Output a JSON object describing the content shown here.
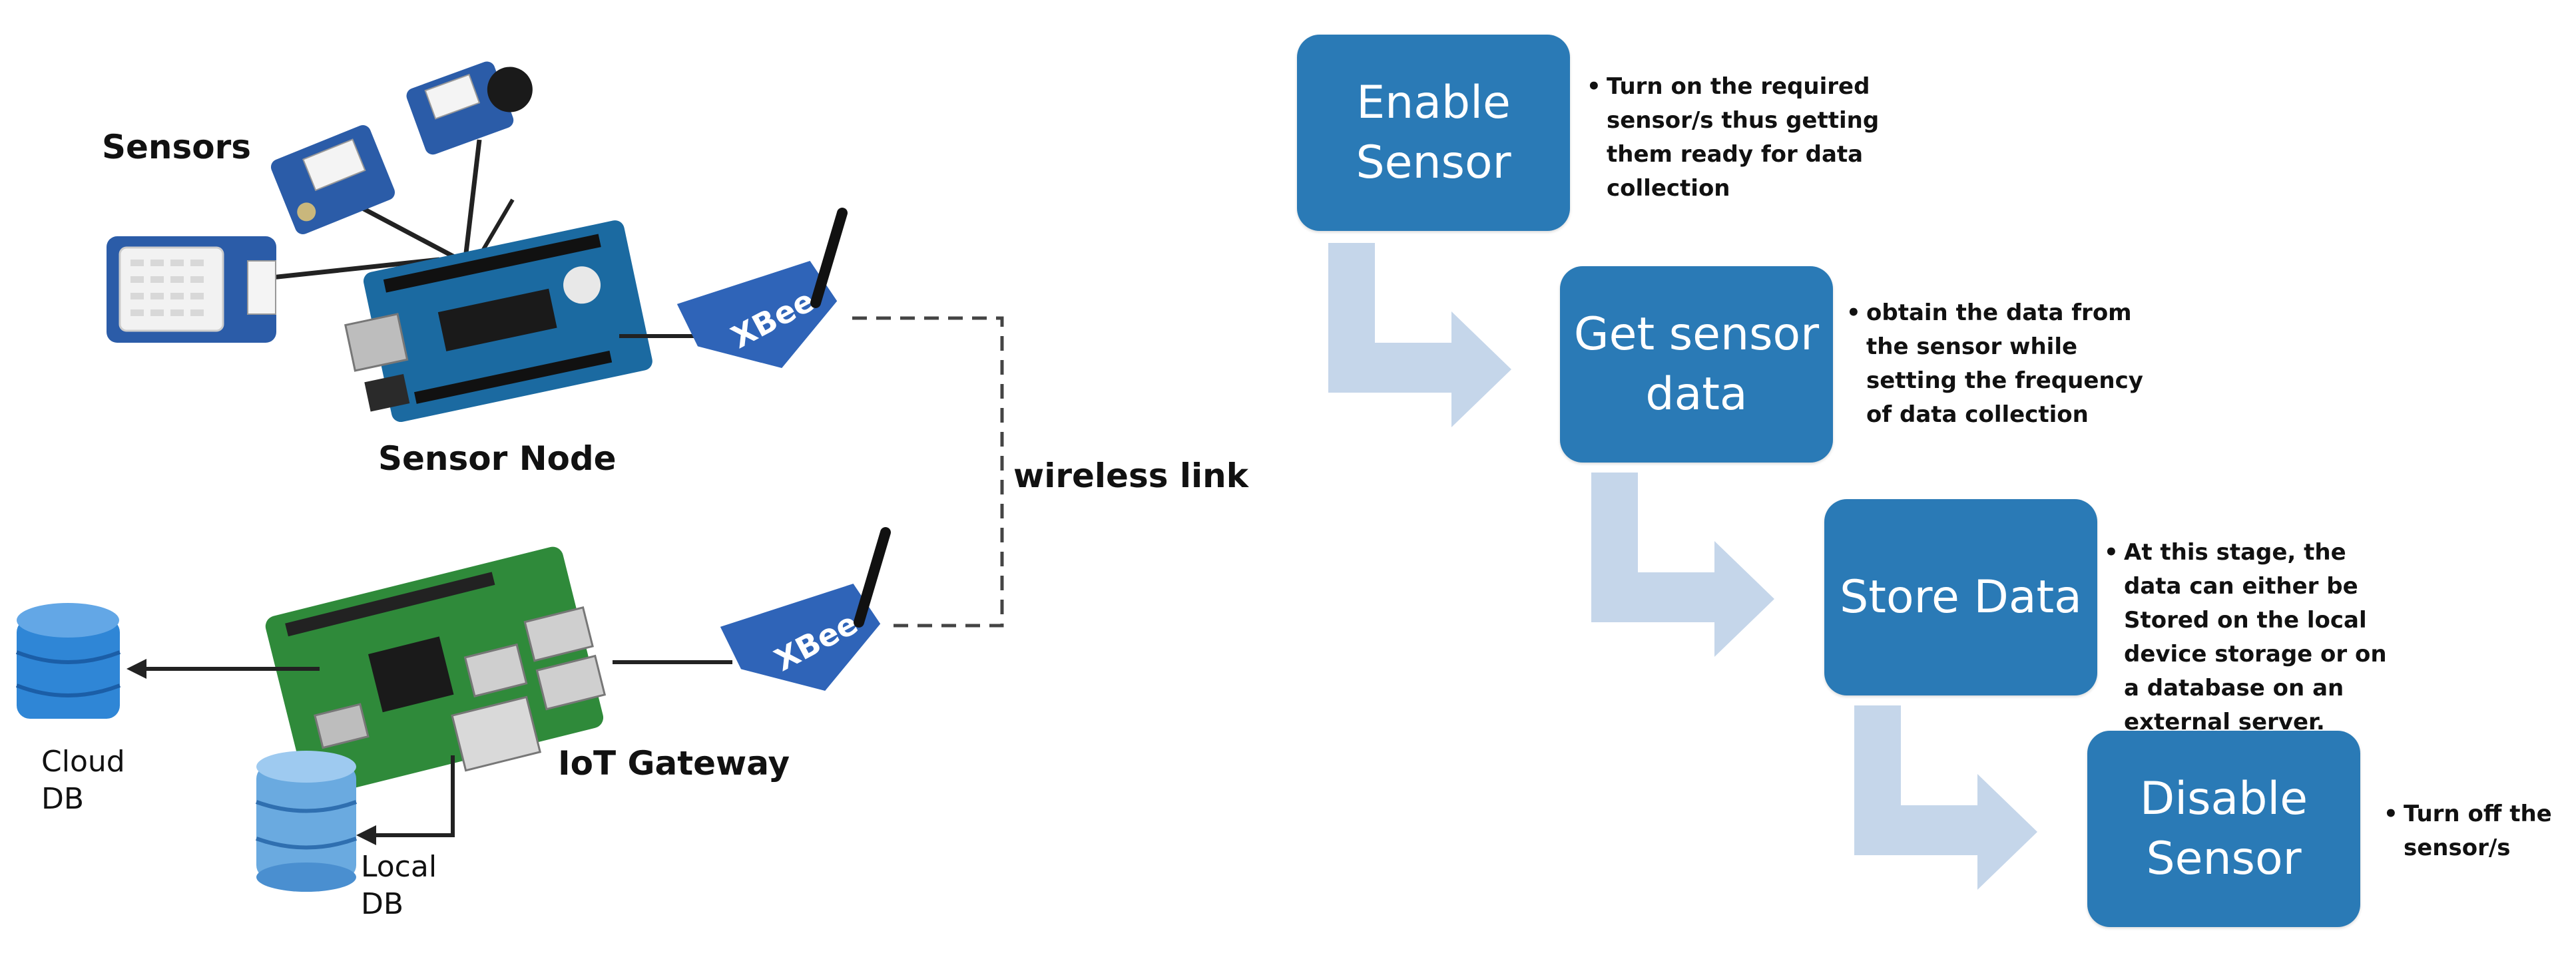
{
  "left_diagram": {
    "sensors_label": "Sensors",
    "sensor_node_label": "Sensor Node",
    "wireless_link_label": "wireless link",
    "iot_gateway_label": "IoT Gateway",
    "cloud_db_label": "Cloud DB",
    "local_db_label": "Local DB",
    "xbee_brand": "XBee",
    "colors": {
      "arduino": "#1b6aa1",
      "xbee": "#2f64b8",
      "sensor_board": "#2b5ca8",
      "pi": "#2f8a3a",
      "db": "#2f86d6"
    }
  },
  "flow": {
    "box_color": "#2a7ab6",
    "arrow_color": "#c5d6ea",
    "steps": [
      {
        "title": "Enable Sensor",
        "note": "Turn on the required sensor/s thus getting them ready for data collection"
      },
      {
        "title": "Get sensor data",
        "note": "obtain the data from the sensor while setting the frequency of data collection"
      },
      {
        "title": "Store Data",
        "note": "At this stage, the data can either be Stored on the local device storage or on a database on an external server."
      },
      {
        "title": "Disable Sensor",
        "note": "Turn off the sensor/s"
      }
    ]
  }
}
